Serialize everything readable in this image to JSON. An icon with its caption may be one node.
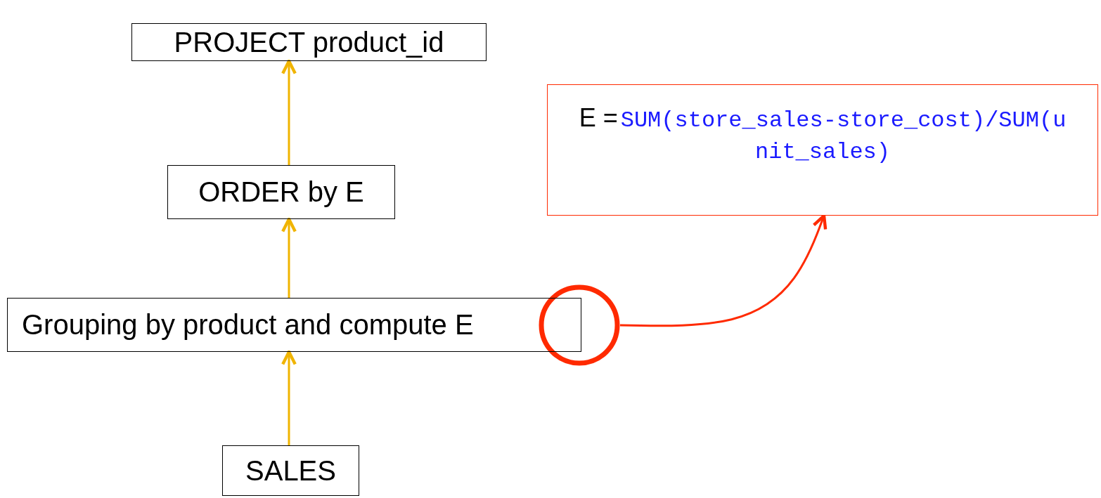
{
  "diagram": {
    "nodes": [
      {
        "text": [
          "PROJECT product_id"
        ]
      },
      {
        "text": [
          "ORDER by E"
        ]
      },
      {
        "text": [
          "Grouping by product and compute E"
        ]
      },
      {
        "text": [
          "SALES"
        ]
      },
      {
        "text": [
          "E =",
          "SUM(store_sales-store_cost)/SUM(unit_sales)"
        ]
      },
      {
        "text": [],
        "shape": "circle"
      }
    ],
    "edges": [
      {
        "from": 3,
        "to": 2,
        "arrow": "to"
      },
      {
        "from": 2,
        "to": 1,
        "arrow": "to"
      },
      {
        "from": 1,
        "to": 0,
        "arrow": "to"
      },
      {
        "from": 5,
        "to": 4,
        "arrow": "to",
        "color": "#ff2a00"
      }
    ]
  }
}
